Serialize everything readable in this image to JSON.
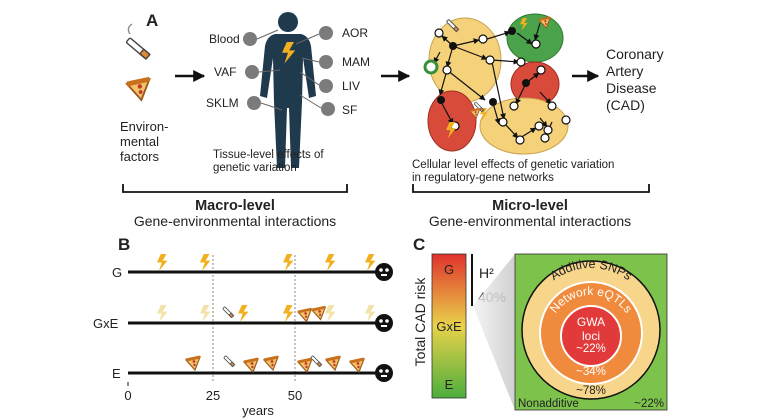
{
  "panel_a": {
    "label": "A",
    "env_factors": "Environ-\nmental\nfactors",
    "tissues_left": [
      "Blood",
      "VAF",
      "SKLM"
    ],
    "tissues_right": [
      "AOR",
      "MAM",
      "LIV",
      "SF"
    ],
    "tissue_caption": "Tissue-level effects of\ngenetic variation",
    "cellular_caption": "Cellular level effects of genetic variation\nin regulatory-gene networks",
    "outcome": "Coronary\nArtery\nDisease\n(CAD)",
    "macro_title": "Macro-level",
    "macro_sub": "Gene-environmental interactions",
    "micro_title": "Micro-level",
    "micro_sub": "Gene-environmental interactions"
  },
  "panel_b": {
    "label": "B",
    "rows": [
      "G",
      "GxE",
      "E"
    ],
    "x_ticks": [
      "0",
      "25",
      "50"
    ],
    "x_label": "years"
  },
  "panel_c": {
    "label": "C",
    "ylabel": "Total CAD risk",
    "bar_top": "G",
    "bar_mid": "GxE",
    "bar_bottom": "E",
    "h2_label": "H²",
    "h2_value": "40%",
    "rings": [
      {
        "title": "Additive SNPs",
        "pct": "~78%"
      },
      {
        "title": "Network eQTLs",
        "pct": "~34%"
      },
      {
        "title": "GWA\nloci",
        "pct": "~22%"
      }
    ],
    "nonadditive": "Nonadditive",
    "nonadditive_pct": "~22%"
  },
  "colors": {
    "body": "#1f3a4d",
    "bolt": "#f2b01e",
    "yellow_cluster": "#f5d27a",
    "green_cluster": "#4aa24a",
    "red_cluster": "#d84a3a",
    "c_green": "#7cc24b",
    "c_yellow": "#f7d58a",
    "c_orange": "#f08a3c",
    "c_red": "#e23a3a"
  }
}
